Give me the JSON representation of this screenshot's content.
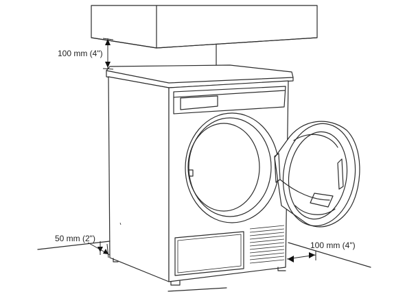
{
  "diagram": {
    "clearances": {
      "top": "100 mm (4\")",
      "side": "50 mm (2\")",
      "front": "100 mm (4\")"
    }
  }
}
